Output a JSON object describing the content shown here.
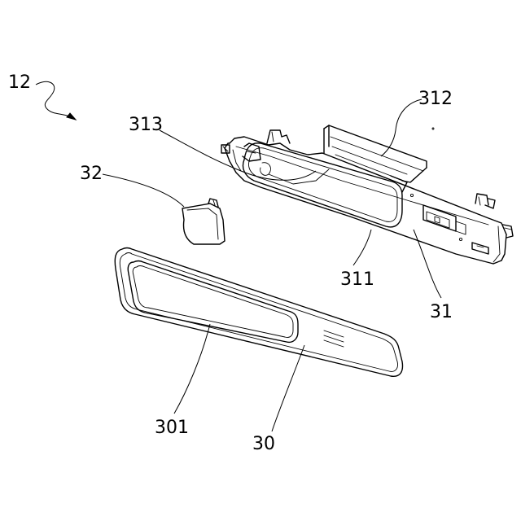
{
  "labels": {
    "assembly": "12",
    "rear_cover": "312",
    "side_pocket": "313",
    "end_cap": "32",
    "frame_opening": "311",
    "housing": "31",
    "window": "301",
    "bezel": "30"
  }
}
